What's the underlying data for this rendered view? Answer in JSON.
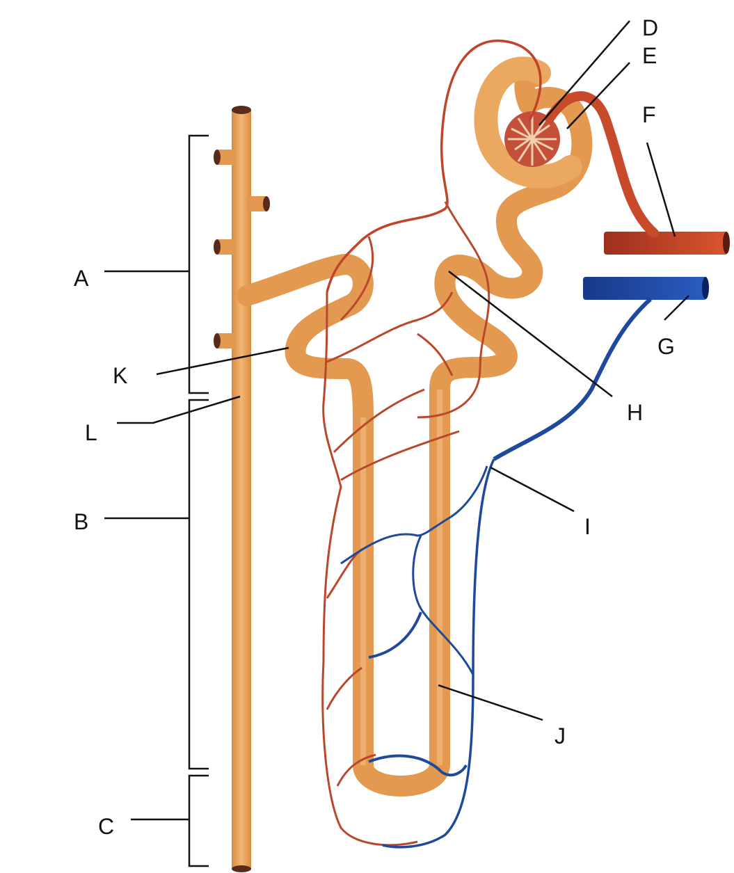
{
  "diagram": {
    "subject": "nephron",
    "labels": {
      "A": "A",
      "B": "B",
      "C": "C",
      "D": "D",
      "E": "E",
      "F": "F",
      "G": "G",
      "H": "H",
      "I": "I",
      "J": "J",
      "K": "K",
      "L": "L"
    },
    "colors": {
      "tubule": "#E9A25A",
      "artery": "#C0442A",
      "vein": "#1F4A9C",
      "leader": "#111111"
    }
  }
}
